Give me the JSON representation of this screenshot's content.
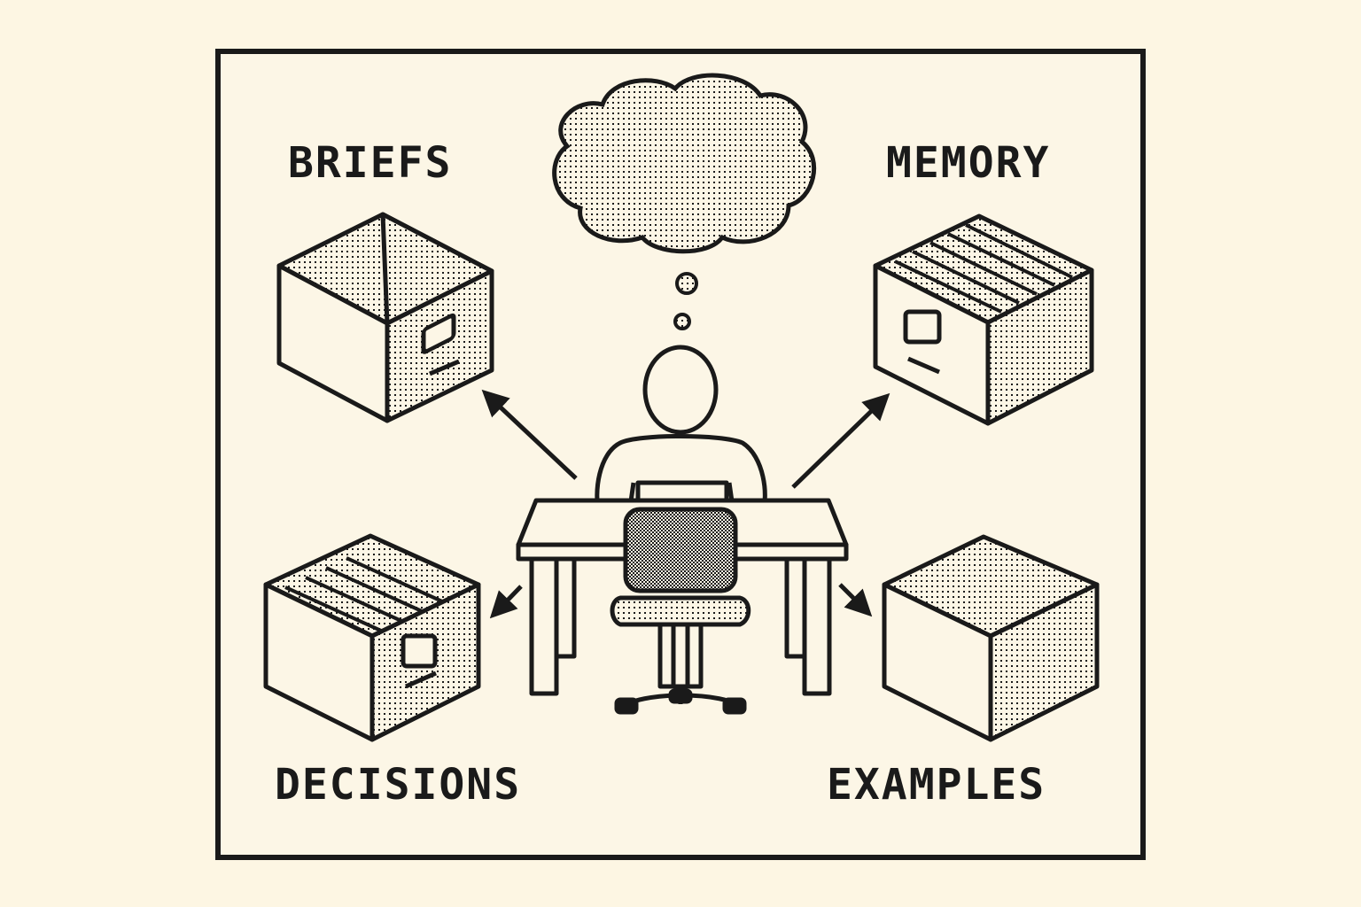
{
  "labels": {
    "briefs": "BRIEFS",
    "memory": "MEMORY",
    "decisions": "DECISIONS",
    "examples": "EXAMPLES"
  },
  "colors": {
    "background": "#fdf6e3",
    "ink": "#1a1a1a",
    "paper": "#fcf6e6"
  }
}
